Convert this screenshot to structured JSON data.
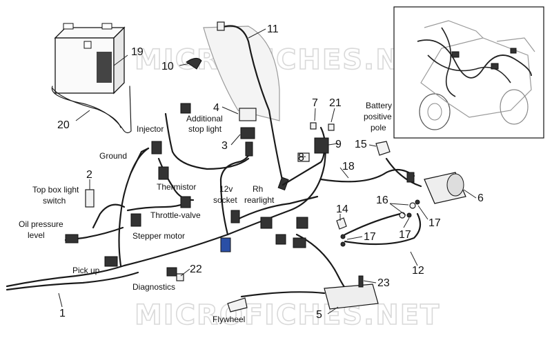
{
  "watermark": "MICROFICHES.NET",
  "labels": {
    "n1": "1",
    "n2": "2",
    "n3": "3",
    "n4": "4",
    "n5": "5",
    "n6": "6",
    "n7": "7",
    "n8": "8",
    "n9": "9",
    "n10": "10",
    "n11": "11",
    "n12": "12",
    "n14": "14",
    "n15": "15",
    "n16": "16",
    "n17a": "17",
    "n17b": "17",
    "n17c": "17",
    "n18": "18",
    "n19": "19",
    "n20": "20",
    "n21": "21",
    "n22": "22",
    "n23": "23"
  },
  "captions": {
    "additional_stop_light_1": "Additional",
    "additional_stop_light_2": "stop light",
    "injector": "Injector",
    "ground": "Ground",
    "thermistor": "Thermistor",
    "throttle_valve": "Throttle-valve",
    "stepper_motor": "Stepper motor",
    "top_box_1": "Top box light",
    "top_box_2": "switch",
    "oil_pressure_1": "Oil pressure",
    "oil_pressure_2": "level",
    "pick_up": "Pick up",
    "diagnostics": "Diagnostics",
    "flywheel": "Flywheel",
    "socket_12v_1": "12v",
    "socket_12v_2": "socket",
    "rh_rearlight_1": "Rh",
    "rh_rearlight_2": "rearlight",
    "battery_pole_1": "Battery",
    "battery_pole_2": "positive",
    "battery_pole_3": "pole"
  }
}
